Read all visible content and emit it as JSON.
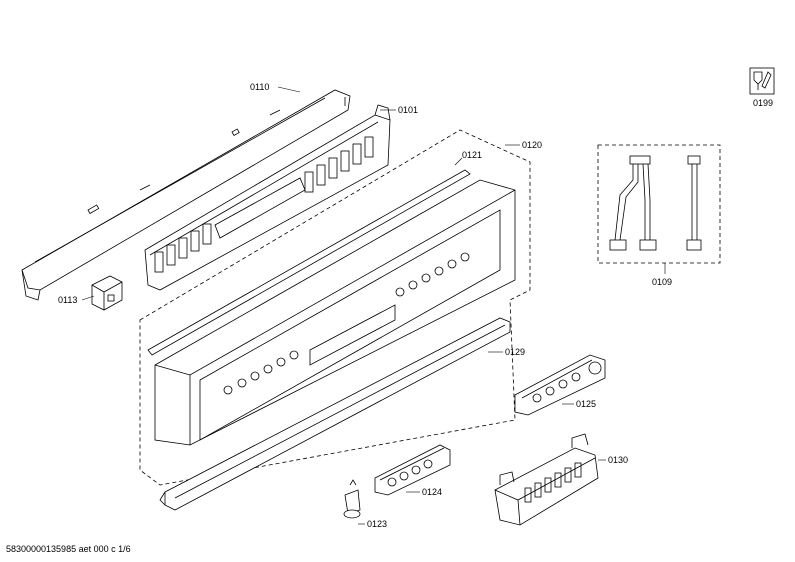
{
  "labels": {
    "p0110": "0110",
    "p0101": "0101",
    "p0120": "0120",
    "p0121": "0121",
    "p0113": "0113",
    "p0129": "0129",
    "p0125": "0125",
    "p0124": "0124",
    "p0123": "0123",
    "p0130": "0130",
    "p0109": "0109",
    "p0199": "0199"
  },
  "footer": {
    "doc_code": "58300000135985 aet 000 c 1/6"
  },
  "icons": {
    "service_icon": "wrench-screwdriver-icon"
  }
}
